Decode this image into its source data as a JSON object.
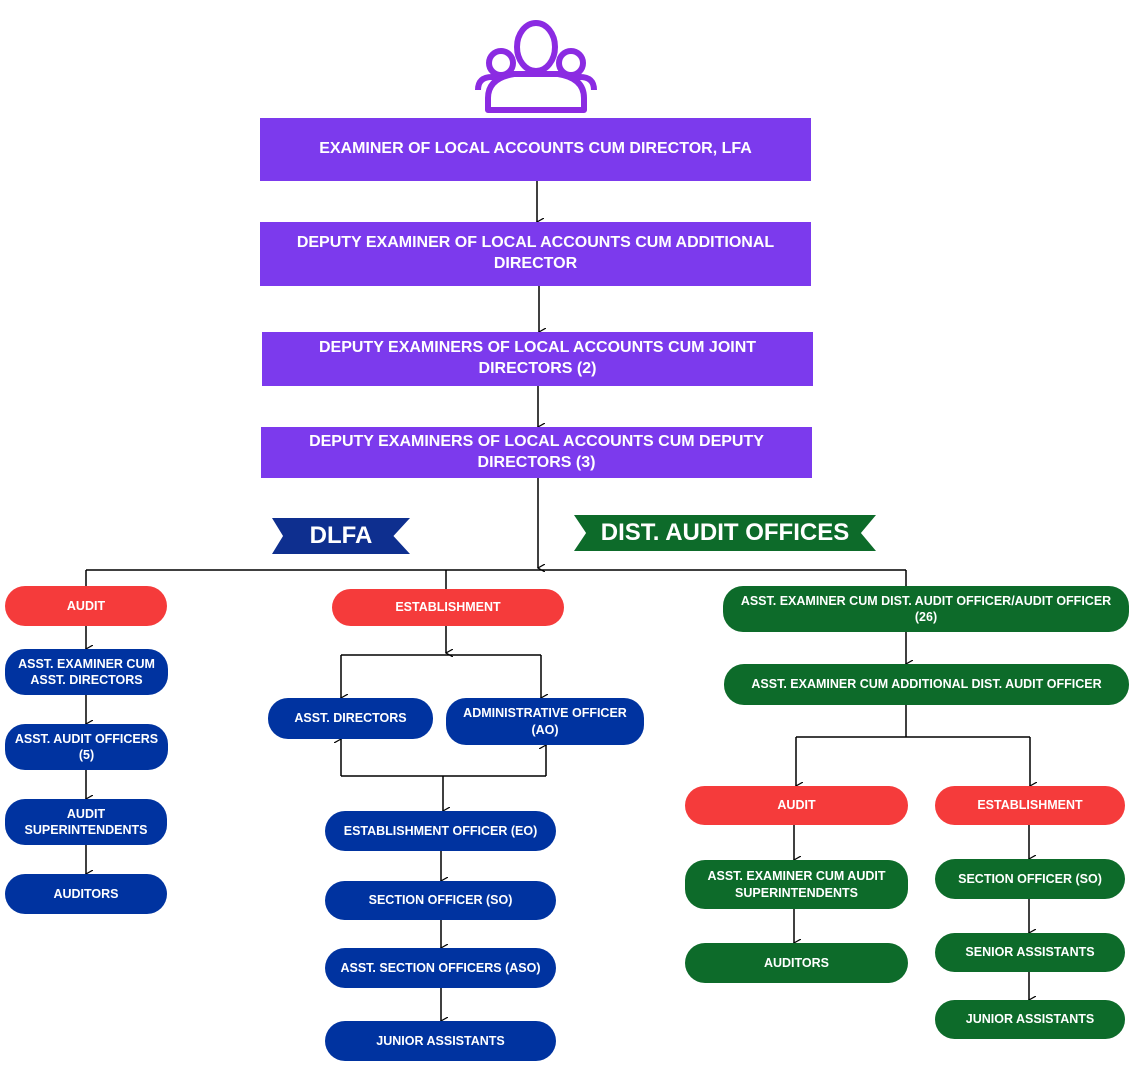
{
  "header": {
    "icon": "people-group-icon"
  },
  "top_chain": [
    "EXAMINER OF LOCAL ACCOUNTS CUM DIRECTOR, LFA",
    "DEPUTY EXAMINER OF LOCAL ACCOUNTS CUM ADDITIONAL DIRECTOR",
    "DEPUTY EXAMINERS OF LOCAL ACCOUNTS CUM JOINT DIRECTORS (2)",
    "DEPUTY EXAMINERS OF LOCAL ACCOUNTS CUM DEPUTY DIRECTORS (3)"
  ],
  "banners": {
    "dlfa": "DLFA",
    "dist_audit_offices": "DIST. AUDIT OFFICES"
  },
  "dlfa_audit": {
    "head": "AUDIT",
    "items": [
      "ASST. EXAMINER CUM ASST. DIRECTORS",
      "ASST. AUDIT OFFICERS (5)",
      "AUDIT SUPERINTENDENTS",
      "AUDITORS"
    ]
  },
  "dlfa_establishment": {
    "head": "ESTABLISHMENT",
    "asst_directors": "ASST. DIRECTORS",
    "administrative_officer": "ADMINISTRATIVE OFFICER (AO)",
    "chain": [
      "ESTABLISHMENT OFFICER (EO)",
      "SECTION OFFICER (SO)",
      "ASST. SECTION OFFICERS (ASO)",
      "JUNIOR ASSISTANTS"
    ]
  },
  "dist_audit": {
    "head": "ASST. EXAMINER CUM DIST. AUDIT OFFICER/AUDIT OFFICER (26)",
    "additional": "ASST. EXAMINER CUM ADDITIONAL DIST. AUDIT OFFICER",
    "audit": {
      "head": "AUDIT",
      "items": [
        "ASST. EXAMINER CUM AUDIT SUPERINTENDENTS",
        "AUDITORS"
      ]
    },
    "establishment": {
      "head": "ESTABLISHMENT",
      "items": [
        "SECTION OFFICER (SO)",
        "SENIOR ASSISTANTS",
        "JUNIOR ASSISTANTS"
      ]
    }
  },
  "colors": {
    "purple": "#7c3aed",
    "red": "#f53b3b",
    "blue": "#0033a0",
    "green": "#0d6b2a",
    "icon": "#8b2be2"
  }
}
